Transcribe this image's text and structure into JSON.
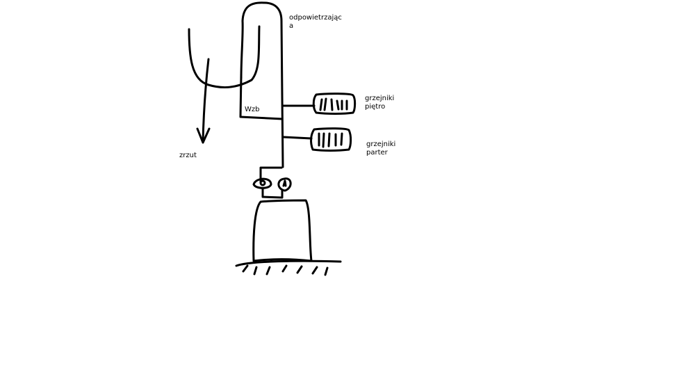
{
  "diagram": {
    "type": "hand-drawn heating system sketch",
    "labels": {
      "vent_pipe": "odpowietrzając\na",
      "wzb": "Wzb",
      "radiators_upper": "grzejniki\npiętro",
      "radiators_ground": "grzejniki\nparter",
      "discharge": "zrzut"
    },
    "stroke_color": "#000000",
    "background": "#ffffff"
  }
}
